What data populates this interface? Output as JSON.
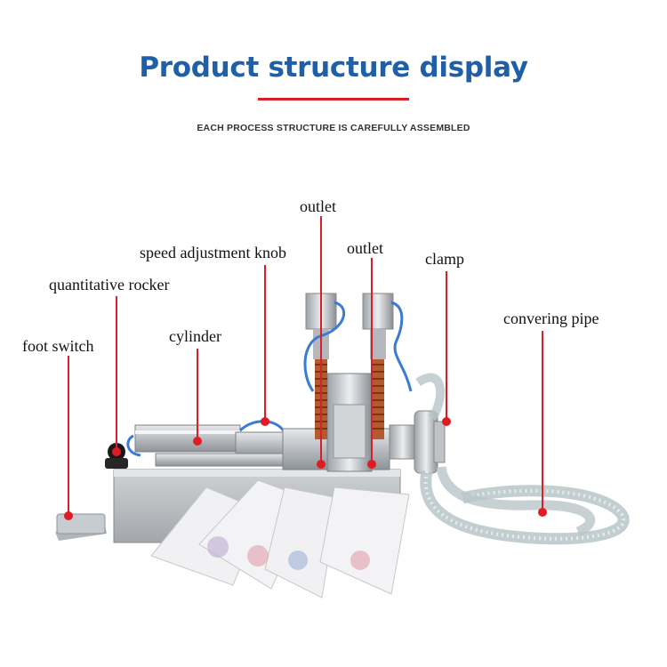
{
  "header": {
    "title": "Product structure display",
    "subtitle": "EACH PROCESS STRUCTURE IS CAREFULLY ASSEMBLED"
  },
  "labels": {
    "outlet_1": "outlet",
    "speed_knob": "speed adjustment knob",
    "outlet_2": "outlet",
    "clamp": "clamp",
    "quantitative_rocker": "quantitative rocker",
    "cylinder": "cylinder",
    "convering_pipe": "convering pipe",
    "foot_switch": "foot switch"
  },
  "colors": {
    "title": "#1f5fa8",
    "accent": "#d8202a"
  }
}
